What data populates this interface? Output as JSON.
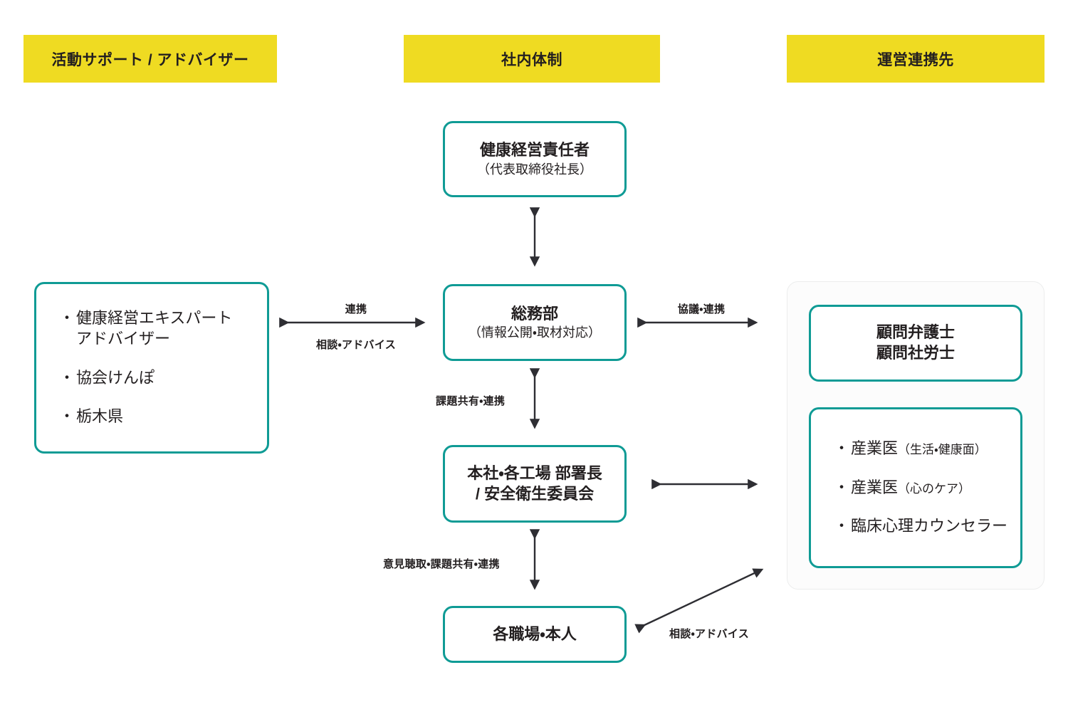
{
  "columns": {
    "left": {
      "header": "活動サポート / アドバイザー"
    },
    "center": {
      "header": "社内体制"
    },
    "right": {
      "header": "運営連携先"
    }
  },
  "colors": {
    "header_bg": "#efdb22",
    "box_border": "#0f9b95",
    "text": "#231f20",
    "arrow": "#2e2e33",
    "panel_bg": "#fcfcfc"
  },
  "boxes": {
    "ceo": {
      "line1": "健康経営責任者",
      "line2": "（代表取締役社長）"
    },
    "soumu": {
      "line1": "総務部",
      "line2": "（情報公開・取材対応）"
    },
    "busho": {
      "line1": "本社・各工場 部署長",
      "line2": "/ 安全衛生委員会"
    },
    "genba": {
      "line1": "各職場・本人"
    },
    "legal": {
      "line1": "顧問弁護士",
      "line2": "顧問社労士"
    }
  },
  "advisors": {
    "items": [
      {
        "main": "健康経営エキスパート\nアドバイザー",
        "sub": ""
      },
      {
        "main": "協会けんぽ",
        "sub": ""
      },
      {
        "main": "栃木県",
        "sub": ""
      }
    ]
  },
  "doctors": {
    "items": [
      {
        "main": "産業医",
        "sub": "（生活・健康面）"
      },
      {
        "main": "産業医",
        "sub": "（心のケア）"
      },
      {
        "main": "臨床心理カウンセラー",
        "sub": ""
      }
    ]
  },
  "arrows": {
    "ceo_soumu": {
      "label": ""
    },
    "advisors_soumu": {
      "label_top": "連携",
      "label_bottom": "相談・アドバイス"
    },
    "soumu_right": {
      "label_top": "協議・連携"
    },
    "soumu_busho": {
      "label": "課題共有・連携"
    },
    "busho_right": {
      "label": ""
    },
    "busho_genba": {
      "label": "意見聴取・課題共有・連携"
    },
    "genba_doctors": {
      "label": "相談・アドバイス"
    }
  }
}
